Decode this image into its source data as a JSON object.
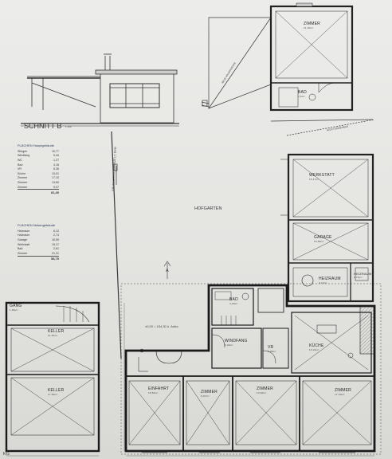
{
  "section": {
    "title": "SCHNITT B",
    "scale": "1:100"
  },
  "main_table": {
    "title": "FLÄCHEN Hauptgebäude",
    "rows": [
      [
        "Stiegen",
        "10,77"
      ],
      [
        "Windfang",
        "5,44"
      ],
      [
        "WC",
        "1,27"
      ],
      [
        "Bad",
        "4,18"
      ],
      [
        "VR",
        "6,36"
      ],
      [
        "Küche",
        "13,01"
      ],
      [
        "Zimmer",
        "17,10"
      ],
      [
        "Zimmer",
        "13,60"
      ],
      [
        "Zimmer",
        "9,07"
      ]
    ],
    "total": "81,40"
  },
  "side_table": {
    "title": "FLÄCHEN Nebengebäude",
    "rows": [
      [
        "Heizraum",
        "6,12"
      ],
      [
        "Holzraum",
        "2,74"
      ],
      [
        "Garage",
        "16,59"
      ],
      [
        "Werkstatt",
        "15,17"
      ],
      [
        "Bad",
        "2,61"
      ],
      [
        "Zimmer",
        "21,31"
      ]
    ],
    "total": "58,75"
  },
  "rooms": {
    "zimmer_top": {
      "name": "ZIMMER",
      "area": "21,30m²"
    },
    "bad_top": {
      "name": "BAD",
      "area": "2,6m²"
    },
    "werkstatt": {
      "name": "WERKSTATT",
      "area": "15,17m²"
    },
    "garage": {
      "name": "GARAGE",
      "area": "16,59m²"
    },
    "heizraum1": {
      "name": "HEIZRAUM",
      "area": "6,12m²"
    },
    "heizraum2": {
      "name": "HEIZRAUM",
      "area": "2,74m²"
    },
    "bad": {
      "name": "BAD",
      "area": "4,18m²"
    },
    "windfang": {
      "name": "WINDFANG",
      "area": "5,44m²"
    },
    "vr": {
      "name": "VR",
      "area": "6,35m²"
    },
    "kueche": {
      "name": "KÜCHE",
      "area": "13,01m²"
    },
    "zimmer1": {
      "name": "ZIMMER",
      "area": "9,07m²"
    },
    "zimmer2": {
      "name": "ZIMMER",
      "area": "13,60m²"
    },
    "zimmer3": {
      "name": "ZIMMER",
      "area": "17,10m²"
    },
    "einfahrt": {
      "name": "EINFAHRT",
      "area": "18,50m²"
    },
    "gang": {
      "name": "GANG",
      "area": "1,86m²"
    },
    "keller1": {
      "name": "KELLER",
      "area": "11,45m²"
    },
    "keller2": {
      "name": "KELLER",
      "area": "17,50m²"
    }
  },
  "labels": {
    "hofgarten": "HOFGARTEN",
    "section_marker": "A",
    "level": "±0,00 = 154,30 ü. Adria",
    "grund": "GRUNDSTÜCKSGRENZE LT. DKM",
    "mauer": "NEUE MAUERWERKE",
    "nicht_einsehbar": "NICHT EINSEHBAR",
    "bottom": "KG"
  }
}
